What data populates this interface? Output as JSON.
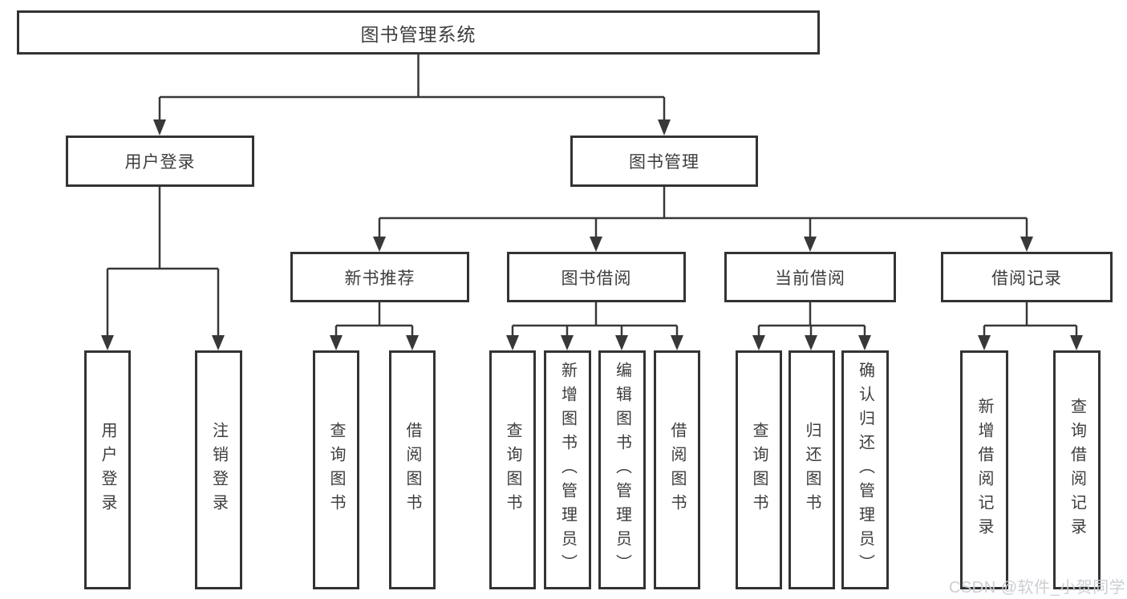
{
  "diagram": {
    "type": "hierarchy-tree",
    "root": {
      "label": "图书管理系统",
      "children": [
        {
          "label": "用户登录",
          "children": [
            {
              "label": "用户登录"
            },
            {
              "label": "注销登录"
            }
          ]
        },
        {
          "label": "图书管理",
          "children": [
            {
              "label": "新书推荐",
              "children": [
                {
                  "label": "查询图书"
                },
                {
                  "label": "借阅图书"
                }
              ]
            },
            {
              "label": "图书借阅",
              "children": [
                {
                  "label": "查询图书"
                },
                {
                  "label": "新增图书（管理员）"
                },
                {
                  "label": "编辑图书（管理员）"
                },
                {
                  "label": "借阅图书"
                }
              ]
            },
            {
              "label": "当前借阅",
              "children": [
                {
                  "label": "查询图书"
                },
                {
                  "label": "归还图书"
                },
                {
                  "label": "确认归还（管理员）"
                }
              ]
            },
            {
              "label": "借阅记录",
              "children": [
                {
                  "label": "新增借阅记录"
                },
                {
                  "label": "查询借阅记录"
                }
              ]
            }
          ]
        }
      ]
    }
  },
  "watermark": {
    "text": "CSDN @软件_小贺同学"
  },
  "colors": {
    "line": "#383838",
    "box_border": "#333333",
    "text": "#3d3d3d",
    "watermark": "#cbced3",
    "background": "#ffffff"
  }
}
